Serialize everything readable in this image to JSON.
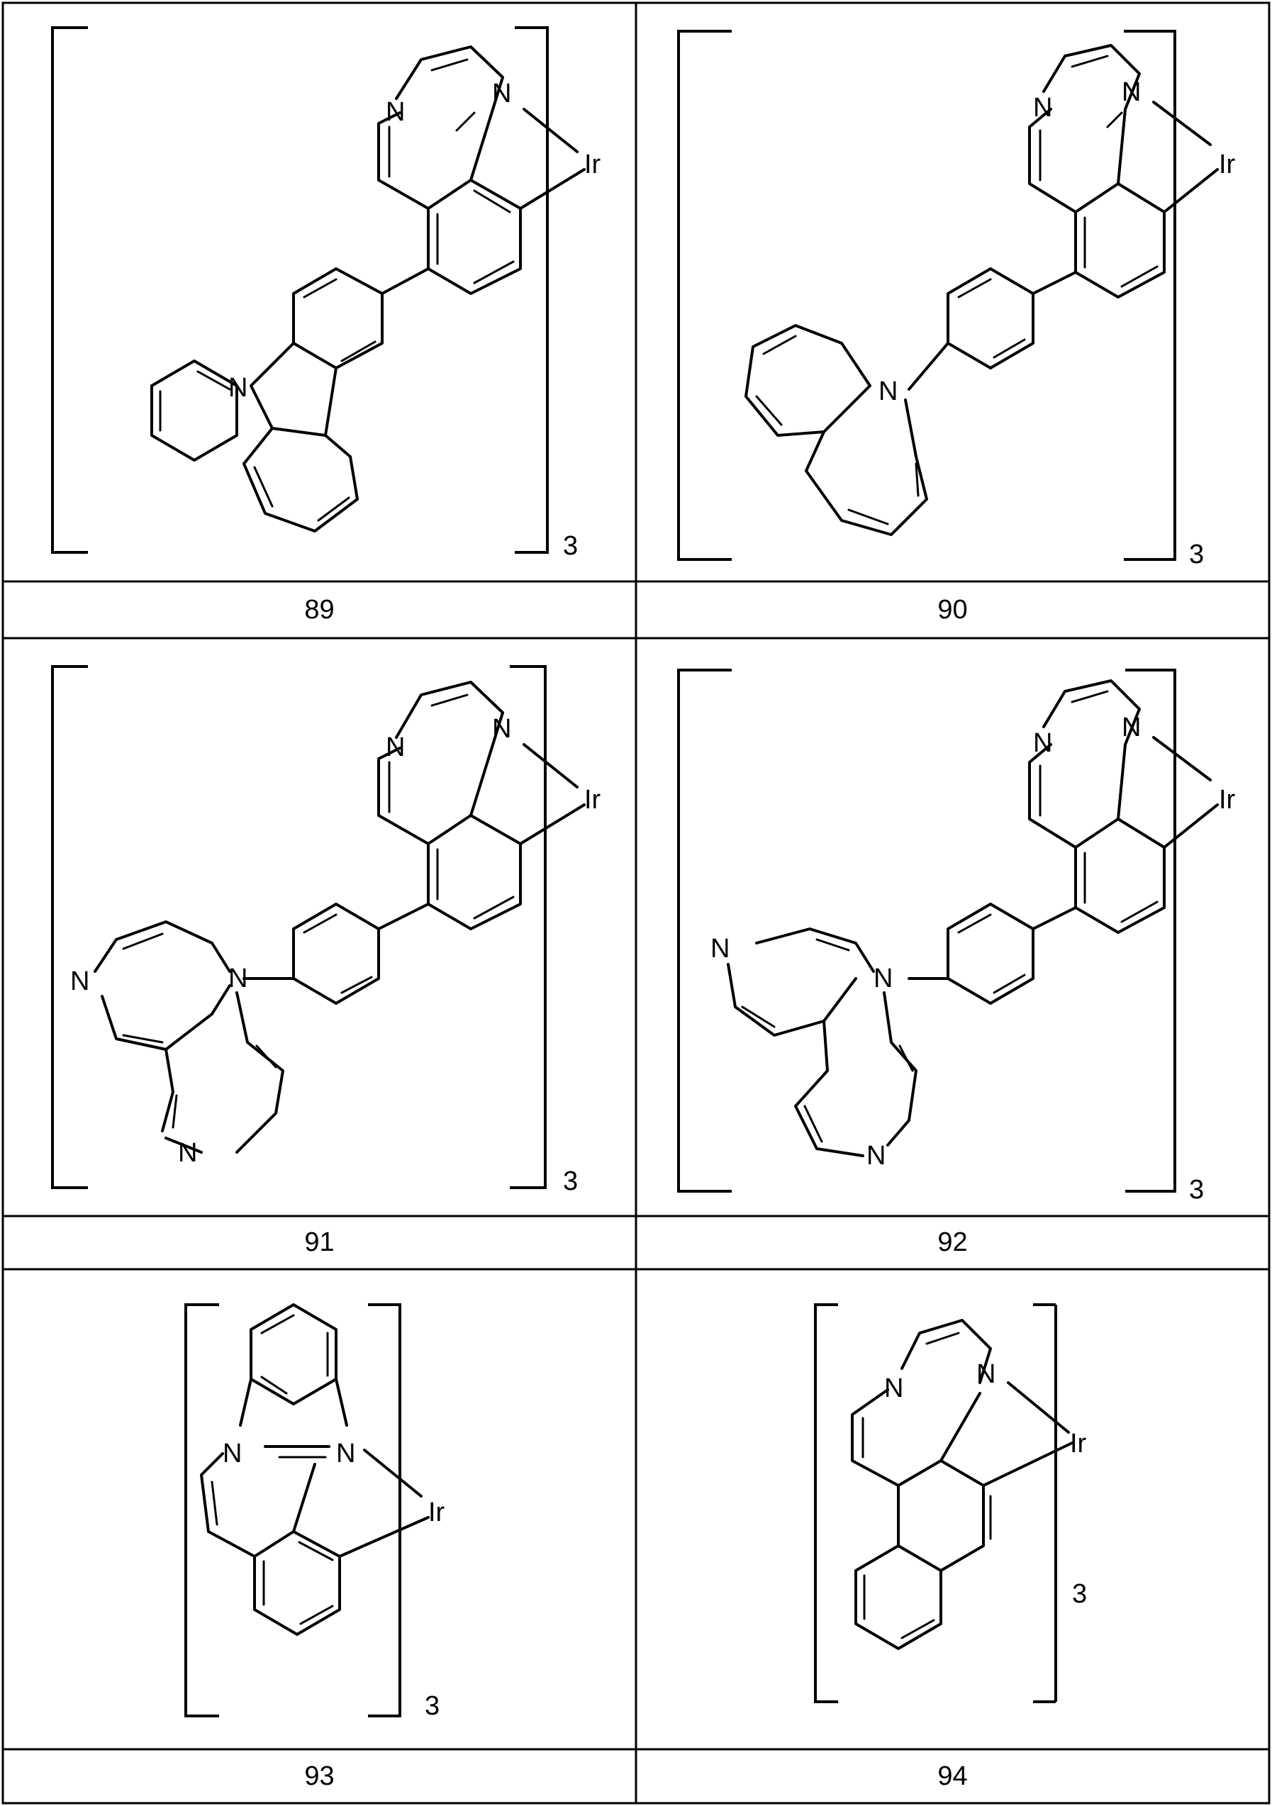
{
  "compounds": [
    {
      "id": "89",
      "subscript": "3",
      "metal": "Ir",
      "atoms": [
        "N",
        "N",
        "N"
      ]
    },
    {
      "id": "90",
      "subscript": "3",
      "metal": "Ir",
      "atoms": [
        "N",
        "N",
        "N"
      ]
    },
    {
      "id": "91",
      "subscript": "3",
      "metal": "Ir",
      "atoms": [
        "N",
        "N",
        "N",
        "N",
        "N"
      ]
    },
    {
      "id": "92",
      "subscript": "3",
      "metal": "Ir",
      "atoms": [
        "N",
        "N",
        "N",
        "N",
        "N"
      ]
    },
    {
      "id": "93",
      "subscript": "3",
      "metal": "Ir",
      "atoms": [
        "N",
        "N"
      ]
    },
    {
      "id": "94",
      "subscript": "3",
      "metal": "Ir",
      "atoms": [
        "N",
        "N"
      ]
    }
  ]
}
